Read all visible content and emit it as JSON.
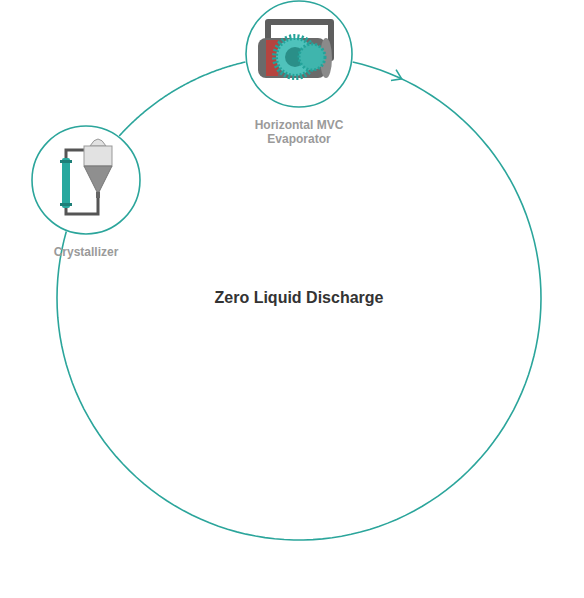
{
  "diagram": {
    "nodes": [
      {
        "text": [
          "Zero Liquid Discharge"
        ]
      },
      {
        "text": [
          "Horizontal MVC Evaporator"
        ]
      },
      {
        "text": [
          "Crystallizer"
        ]
      }
    ],
    "edges": [
      {
        "from": 2,
        "to": 1,
        "arrow": "none"
      },
      {
        "from": 1,
        "to": 2,
        "arrow": "to"
      }
    ]
  }
}
